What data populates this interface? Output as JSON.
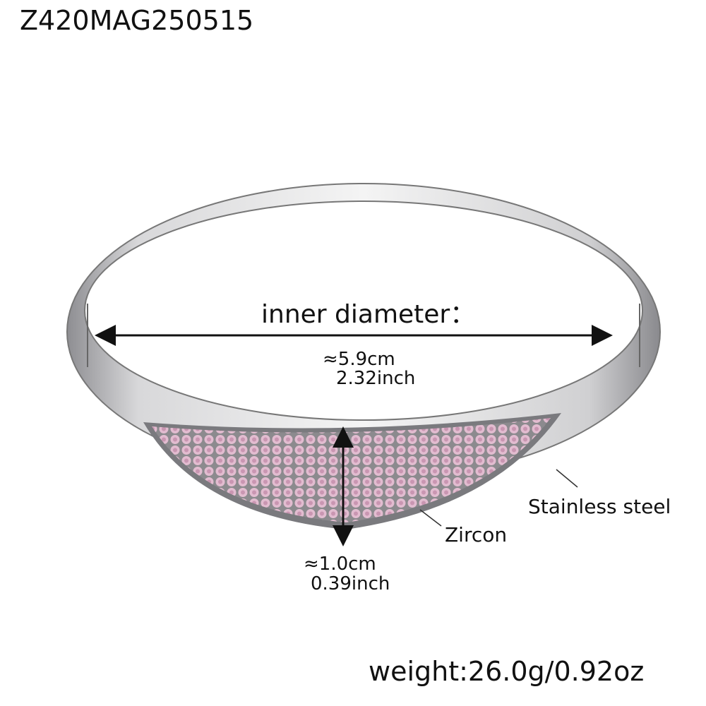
{
  "product_code": "Z420MAG250515",
  "inner_diameter": {
    "label": "inner diameter：",
    "cm": "≈5.9cm",
    "inch": "2.32inch"
  },
  "width": {
    "cm": "≈1.0cm",
    "inch": "0.39inch"
  },
  "materials": {
    "stone": "Zircon",
    "band": "Stainless steel"
  },
  "weight": "weight:26.0g/0.92oz",
  "colors": {
    "steel": "#c8c8ca",
    "zircon": "#e2bcd0",
    "text": "#111111"
  }
}
